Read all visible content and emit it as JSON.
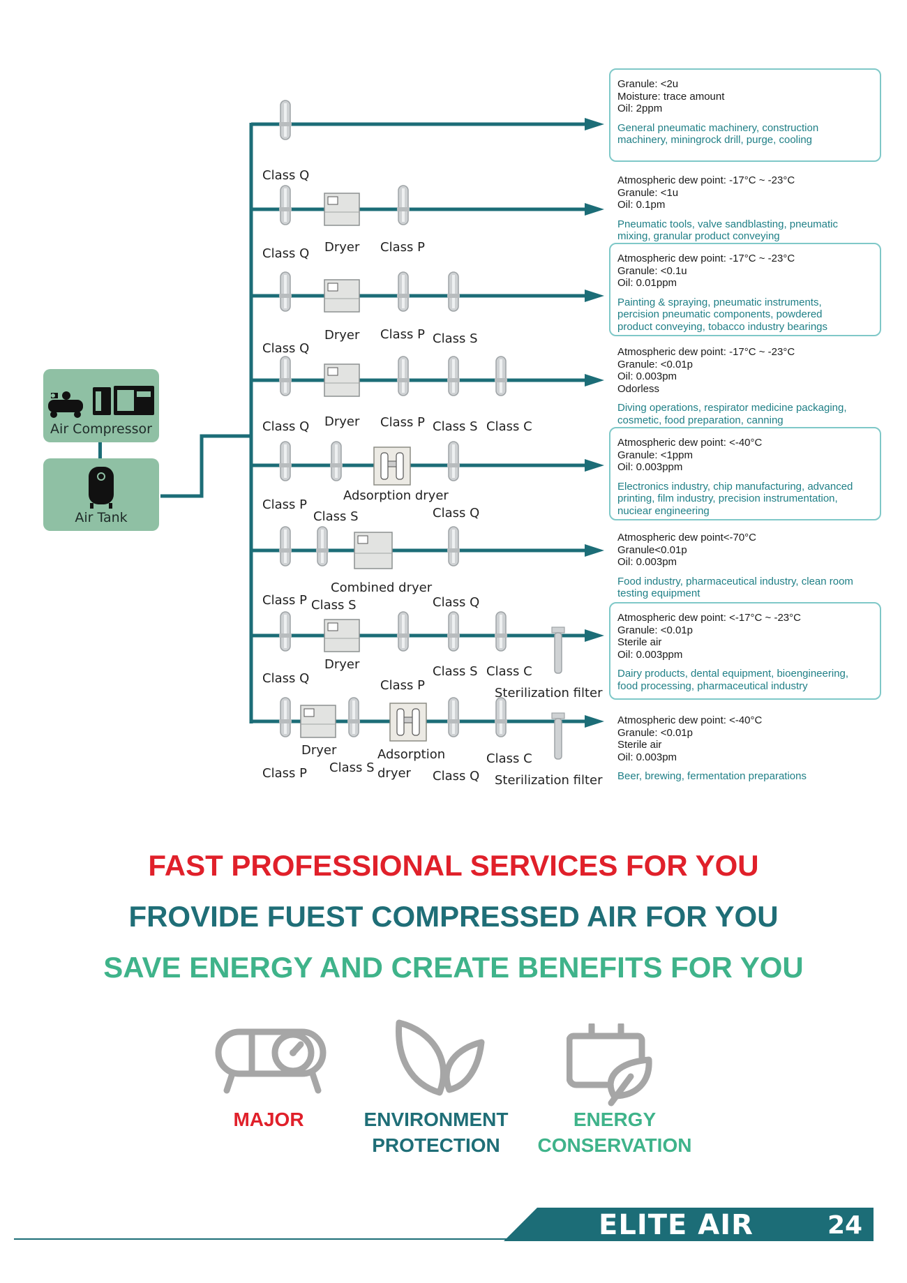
{
  "sources": {
    "compressor_label": "Air Compressor",
    "tank_label": "Air Tank"
  },
  "lines": [
    {
      "components": [
        {
          "type": "filter",
          "label": "Class Q"
        }
      ]
    },
    {
      "components": [
        {
          "type": "filter",
          "label": "Class Q"
        },
        {
          "type": "dryer",
          "label": "Dryer"
        },
        {
          "type": "filter",
          "label": "Class P"
        }
      ]
    },
    {
      "components": [
        {
          "type": "filter",
          "label": "Class Q"
        },
        {
          "type": "dryer",
          "label": "Dryer"
        },
        {
          "type": "filter",
          "label": "Class P"
        },
        {
          "type": "filter",
          "label": "Class S"
        }
      ]
    },
    {
      "components": [
        {
          "type": "filter",
          "label": "Class Q"
        },
        {
          "type": "dryer",
          "label": "Dryer"
        },
        {
          "type": "filter",
          "label": "Class P"
        },
        {
          "type": "filter",
          "label": "Class S"
        },
        {
          "type": "filter",
          "label": "Class C"
        }
      ]
    },
    {
      "components": [
        {
          "type": "filter",
          "label": "Class P"
        },
        {
          "type": "filter",
          "label": "Class S"
        },
        {
          "type": "adsorption",
          "label": "Adsorption dryer"
        },
        {
          "type": "filter",
          "label": "Class Q"
        }
      ]
    },
    {
      "components": [
        {
          "type": "filter",
          "label": "Class P"
        },
        {
          "type": "filter",
          "label": "Class S"
        },
        {
          "type": "combined",
          "label": "Combined dryer"
        },
        {
          "type": "filter",
          "label": "Class Q"
        }
      ]
    },
    {
      "components": [
        {
          "type": "filter",
          "label": "Class Q"
        },
        {
          "type": "dryer",
          "label": "Dryer"
        },
        {
          "type": "filter",
          "label": "Class P"
        },
        {
          "type": "filter",
          "label": "Class S"
        },
        {
          "type": "filter",
          "label": "Class C"
        },
        {
          "type": "sterile",
          "label": "Sterilization filter"
        }
      ]
    },
    {
      "components": [
        {
          "type": "filter",
          "label": "Class P"
        },
        {
          "type": "dryer",
          "label": "Dryer"
        },
        {
          "type": "filter",
          "label": "Class S"
        },
        {
          "type": "adsorption",
          "label": "Adsorption dryer"
        },
        {
          "type": "filter",
          "label": "Class Q"
        },
        {
          "type": "filter",
          "label": "Class C"
        },
        {
          "type": "sterile",
          "label": "Sterilization filter"
        }
      ]
    }
  ],
  "specs": [
    {
      "specs": [
        "Granule: <2u",
        "Moisture: trace amount",
        "Oil: 2ppm"
      ],
      "applications": [
        "General pneumatic machinery, construction",
        "machinery, miningrock drill, purge, cooling"
      ]
    },
    {
      "specs": [
        "Atmospheric dew point: -17°C ~ -23°C",
        "Granule: <1u",
        "Oil: 0.1pm"
      ],
      "applications": [
        "Pneumatic tools, valve sandblasting, pneumatic",
        "mixing, granular product conveying"
      ]
    },
    {
      "specs": [
        "Atmospheric dew point: -17°C ~ -23°C",
        "Granule: <0.1u",
        "Oil: 0.01ppm"
      ],
      "applications": [
        "Painting & spraying, pneumatic instruments,",
        "percision pneumatic components, powdered",
        "product conveying, tobacco industry bearings"
      ]
    },
    {
      "specs": [
        "Atmospheric dew point: -17°C ~ -23°C",
        "Granule: <0.01p",
        "Oil: 0.003pm",
        "Odorless"
      ],
      "applications": [
        "Diving operations, respirator medicine packaging,",
        "cosmetic, food preparation, canning"
      ]
    },
    {
      "specs": [
        "Atmospheric dew point: <-40°C",
        "Granule: <1ppm",
        "Oil: 0.003ppm"
      ],
      "applications": [
        "Electronics industry, chip manufacturing, advanced",
        "printing, film industry, precision instrumentation,",
        "nuciear engineering"
      ]
    },
    {
      "specs": [
        "Atmospheric dew point<-70°C",
        "Granule<0.01p",
        "Oil: 0.003pm"
      ],
      "applications": [
        "Food industry, pharmaceutical industry, clean room",
        "testing equipment"
      ]
    },
    {
      "specs": [
        "Atmospheric dew point: <-17°C ~ -23°C",
        "Granule: <0.01p",
        "Sterile air",
        "Oil: 0.003ppm"
      ],
      "applications": [
        "Dairy products, dental equipment, bioengineering,",
        "food processing, pharmaceutical industry"
      ]
    },
    {
      "specs": [
        "Atmospheric dew point: <-40°C",
        "Granule: <0.01p",
        "Sterile air",
        "Oil: 0.003pm"
      ],
      "applications": [
        "Beer, brewing, fermentation preparations"
      ]
    }
  ],
  "slogans": {
    "line1": "FAST PROFESSIONAL SERVICES FOR YOU",
    "line2": "FROVIDE FUEST COMPRESSED AIR FOR YOU",
    "line3": "SAVE ENERGY AND CREATE BENEFITS FOR YOU"
  },
  "features": {
    "major": "MAJOR",
    "environment_1": "ENVIRONMENT",
    "environment_2": "PROTECTION",
    "energy_1": "ENERGY",
    "energy_2": "CONSERVATION"
  },
  "footer": {
    "brand": "ELITE AIR",
    "page": "24"
  },
  "colors": {
    "pipe": "#1c6d77",
    "source_box": "#8fc0a4",
    "red": "#e0202a",
    "teal": "#1f6e77",
    "green": "#3fb38a",
    "icon_gray": "#a6a6a6"
  }
}
